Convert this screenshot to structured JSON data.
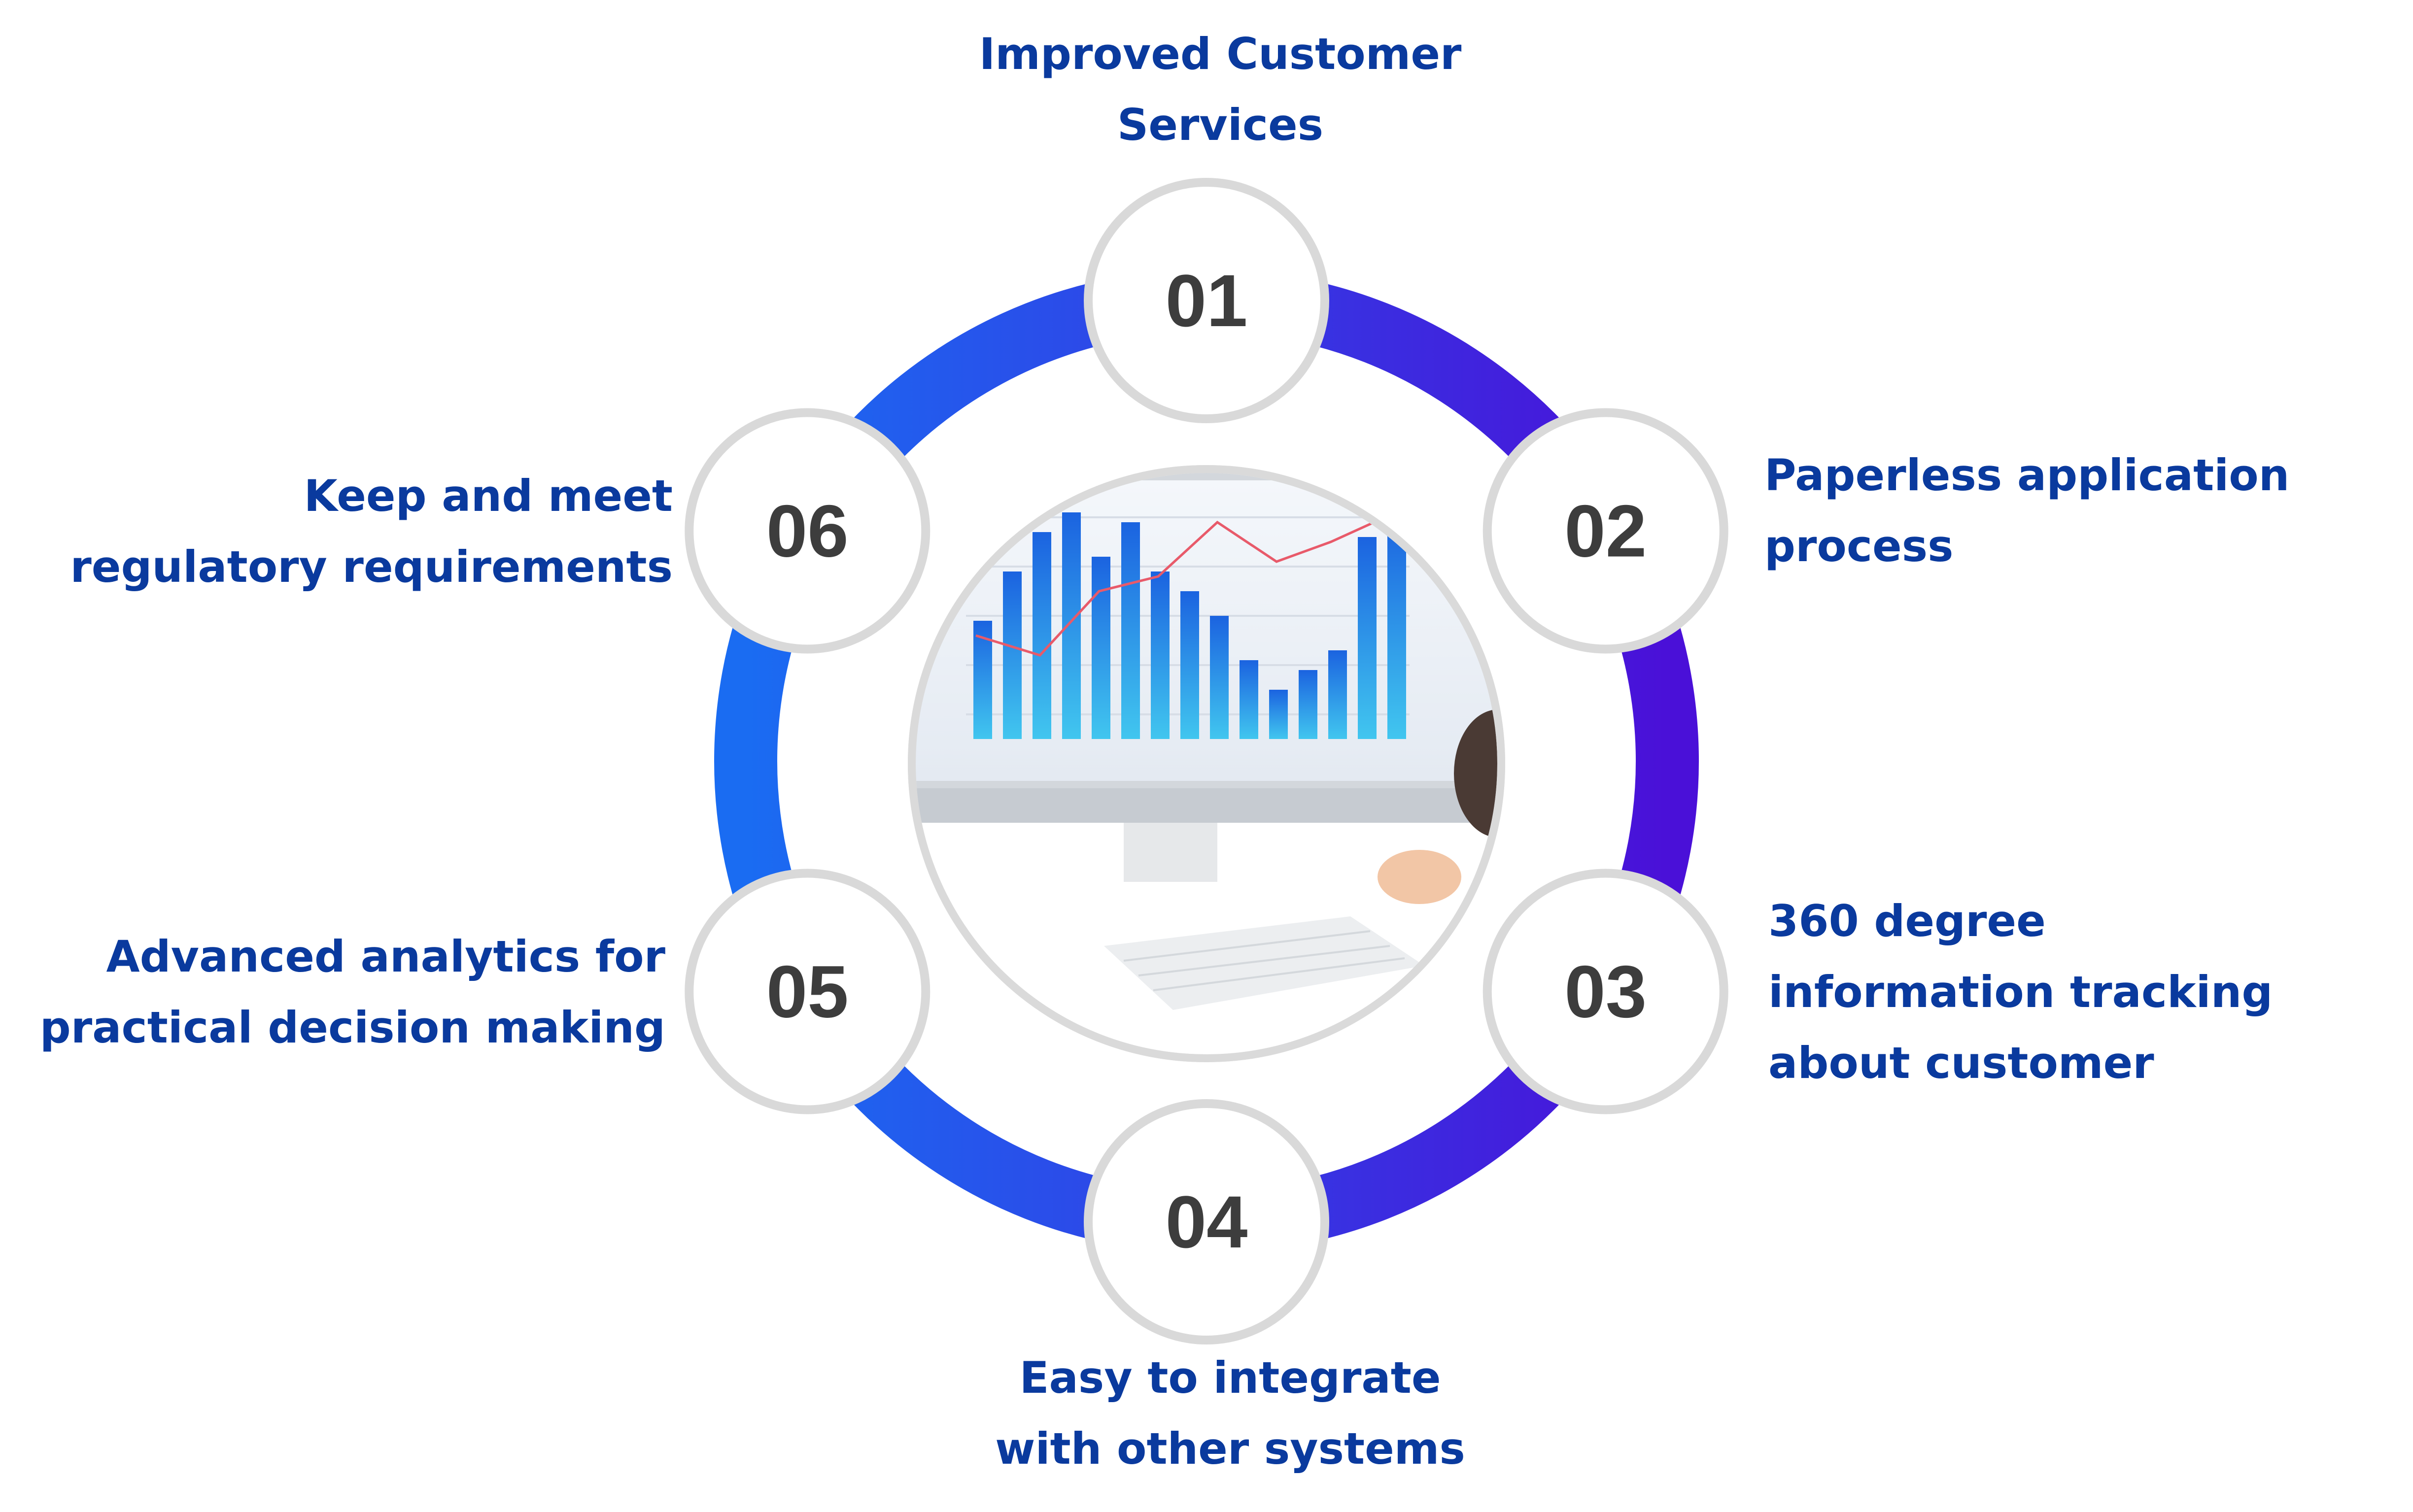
{
  "steps": [
    {
      "number": "01",
      "lines": [
        "Improved Customer",
        "Services"
      ]
    },
    {
      "number": "02",
      "lines": [
        "Paperless application",
        "process"
      ]
    },
    {
      "number": "03",
      "lines": [
        "360 degree",
        "information tracking",
        "about customer"
      ]
    },
    {
      "number": "04",
      "lines": [
        "Easy to integrate",
        "with other systems"
      ]
    },
    {
      "number": "05",
      "lines": [
        "Advanced analytics for",
        "practical decision making"
      ]
    },
    {
      "number": "06",
      "lines": [
        "Keep and meet",
        "regulatory requirements"
      ]
    }
  ],
  "colors": {
    "ring_left": "#1a6cf2",
    "ring_right": "#4a10d8",
    "badge_border": "#d9d9d9",
    "number_text": "#3d3d3d",
    "label_text": "#0a3a9e"
  },
  "center_image_icon": "analytics-monitor-photo"
}
